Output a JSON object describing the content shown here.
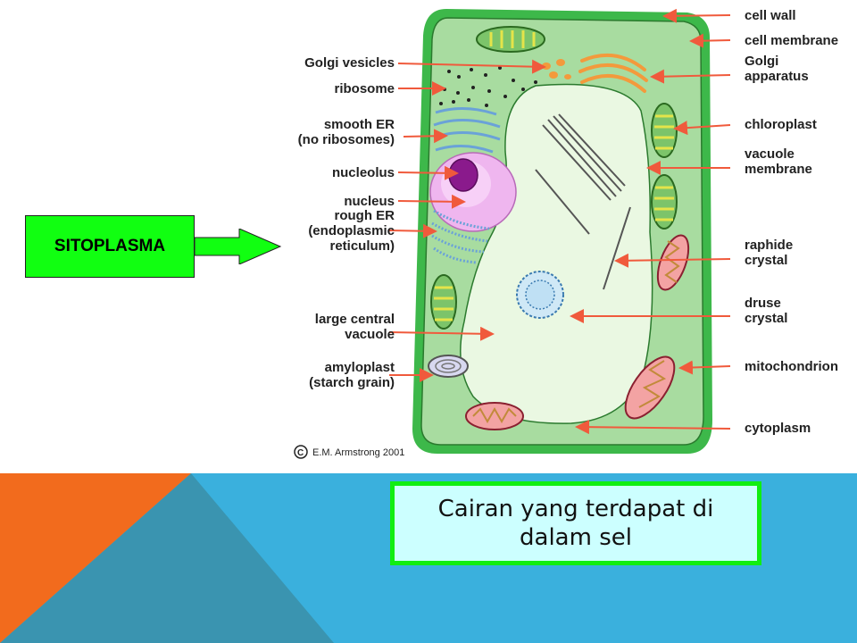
{
  "slide": {
    "callout_label": "SITOPLASMA",
    "definition": "Cairan yang terdapat di dalam sel"
  },
  "diagram": {
    "copyright": "E.M. Armstrong 2001",
    "labels_left": [
      {
        "id": "golgi-vesicles",
        "text": [
          "Golgi vesicles"
        ]
      },
      {
        "id": "ribosome",
        "text": [
          "ribosome"
        ]
      },
      {
        "id": "smooth-er",
        "text": [
          "smooth ER",
          "(no ribosomes)"
        ]
      },
      {
        "id": "nucleolus",
        "text": [
          "nucleolus"
        ]
      },
      {
        "id": "nucleus",
        "text": [
          "nucleus"
        ]
      },
      {
        "id": "rough-er",
        "text": [
          "rough ER",
          "(endoplasmic",
          "reticulum)"
        ]
      },
      {
        "id": "large-central-vacuole",
        "text": [
          "large central",
          "vacuole"
        ]
      },
      {
        "id": "amyloplast",
        "text": [
          "amyloplast",
          "(starch grain)"
        ]
      }
    ],
    "labels_right": [
      {
        "id": "cell-wall",
        "text": [
          "cell wall"
        ]
      },
      {
        "id": "cell-membrane",
        "text": [
          "cell membrane"
        ]
      },
      {
        "id": "golgi-apparatus",
        "text": [
          "Golgi",
          "apparatus"
        ]
      },
      {
        "id": "chloroplast",
        "text": [
          "chloroplast"
        ]
      },
      {
        "id": "vacuole-membrane",
        "text": [
          "vacuole",
          "membrane"
        ]
      },
      {
        "id": "raphide-crystal",
        "text": [
          "raphide",
          "crystal"
        ]
      },
      {
        "id": "druse-crystal",
        "text": [
          "druse",
          "crystal"
        ]
      },
      {
        "id": "mitochondrion",
        "text": [
          "mitochondrion"
        ]
      },
      {
        "id": "cytoplasm",
        "text": [
          "cytoplasm"
        ]
      }
    ]
  },
  "colors": {
    "callout_fill": "#11ff11",
    "definition_fill": "#ccffff",
    "definition_border": "#11ee11",
    "band_orange": "#f26b1d",
    "band_blue": "#3ab0dd",
    "band_teal": "#3a94b0",
    "cell_wall": "#3db84a",
    "cytoplasm": "#a8dca0",
    "vacuole": "#eaf8e2",
    "arrow": "#f05a3c"
  }
}
